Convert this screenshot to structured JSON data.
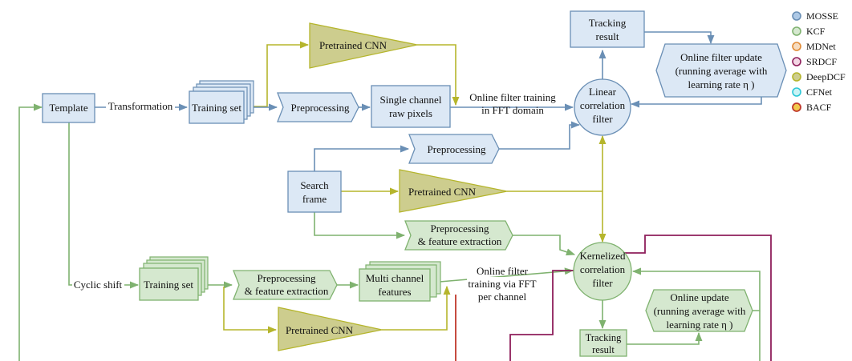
{
  "colors": {
    "blue_fill": "#dce8f5",
    "blue_stroke": "#6a8fb5",
    "green_fill": "#d5e8cf",
    "green_stroke": "#7fb26f",
    "olive_fill": "#cdcd8e",
    "olive_stroke": "#b5b52c",
    "purple": "#8e1f5b",
    "red": "#c0392b",
    "dark_red": "#a0142a"
  },
  "nodes": {
    "template": "Template",
    "training_set_top": "Training set",
    "pretrained_cnn_top": "Pretrained CNN",
    "preprocessing_top": "Preprocessing",
    "single_channel": [
      "Single channel",
      "raw pixels"
    ],
    "tracking_result_top": [
      "Tracking",
      "result"
    ],
    "online_filter_update": [
      "Online filter update",
      "(running average with",
      "learning rate η )"
    ],
    "linear_correlation_filter": [
      "Linear",
      "correlation",
      "filter"
    ],
    "preprocessing_mid": "Preprocessing",
    "search_frame": [
      "Search",
      "frame"
    ],
    "pretrained_cnn_mid": "Pretrained CNN",
    "preprocessing_feature_mid": [
      "Preprocessing",
      "& feature extraction"
    ],
    "kernelized_correlation_filter": [
      "Kernelized",
      "correlation",
      "filter"
    ],
    "training_set_bottom": "Training set",
    "preprocessing_feature_bottom": [
      "Preprocessing",
      "& feature extraction"
    ],
    "multi_channel": [
      "Multi channel",
      "features"
    ],
    "pretrained_cnn_bottom": "Pretrained CNN",
    "online_update": [
      "Online update",
      "(running average with",
      "learning rate η )"
    ],
    "tracking_result_bottom": [
      "Tracking",
      "result"
    ]
  },
  "edge_labels": {
    "transformation": "Transformation",
    "cyclic_shift": "Cyclic shift",
    "online_filter_training_fft": [
      "Online filter training",
      "in FFT domain"
    ],
    "online_filter_training_per_channel": [
      "Online filter",
      "training via FFT",
      "per channel"
    ]
  },
  "legend": [
    {
      "label": "MOSSE",
      "color": "#aec9e6",
      "ring": "#6a8fb5"
    },
    {
      "label": "KCF",
      "color": "#d5e8cf",
      "ring": "#7fb26f"
    },
    {
      "label": "MDNet",
      "color": "#f6dcc0",
      "ring": "#e08a35"
    },
    {
      "label": "SRDCF",
      "color": "#f3d6e4",
      "ring": "#8e1f5b"
    },
    {
      "label": "DeepDCF",
      "color": "#cdcd8e",
      "ring": "#b5b52c"
    },
    {
      "label": "CFNet",
      "color": "#c9f3f5",
      "ring": "#2cc7d6"
    },
    {
      "label": "BACF",
      "color": "#f2c94c",
      "ring": "#c0392b"
    }
  ]
}
